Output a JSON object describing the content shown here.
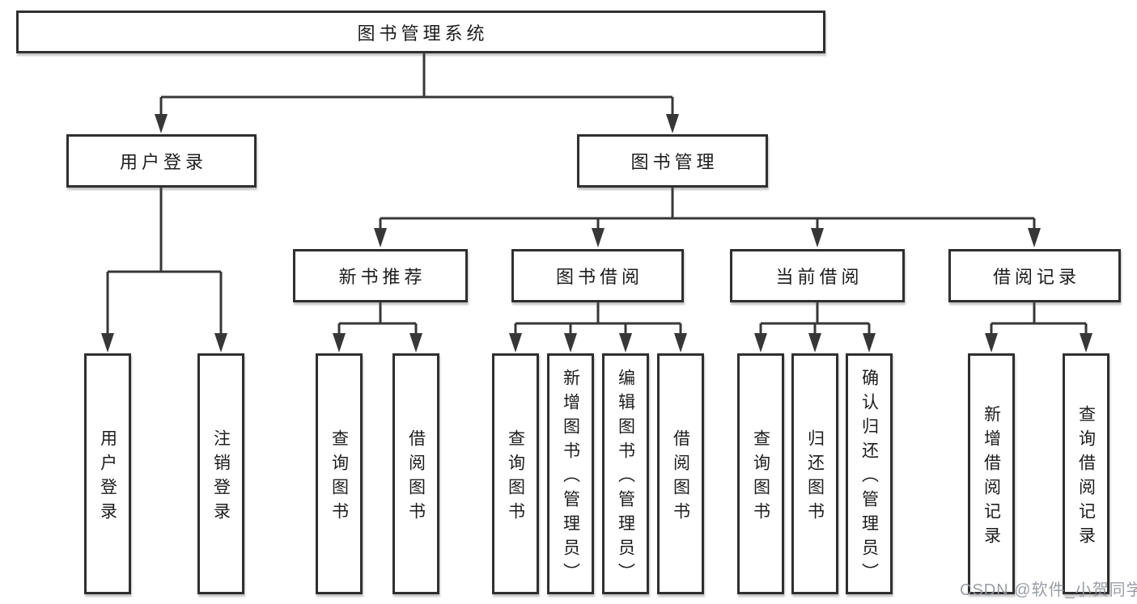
{
  "tree": {
    "root": "图书管理系统",
    "branches": [
      {
        "label": "用户登录",
        "children": [
          "用户登录",
          "注销登录"
        ]
      },
      {
        "label": "图书管理",
        "groups": [
          {
            "label": "新书推荐",
            "children": [
              "查询图书",
              "借阅图书"
            ]
          },
          {
            "label": "图书借阅",
            "children": [
              "查询图书",
              "新增图书（管理员）",
              "编辑图书（管理员）",
              "借阅图书"
            ]
          },
          {
            "label": "当前借阅",
            "children": [
              "查询图书",
              "归还图书",
              "确认归还（管理员）"
            ]
          },
          {
            "label": "借阅记录",
            "children": [
              "新增借阅记录",
              "查询借阅记录"
            ]
          }
        ]
      }
    ]
  },
  "watermark": {
    "text": "CSDN @软件_小贺同学"
  },
  "colors": {
    "line": "#373737",
    "box_border": "#2f2f2f",
    "text": "#1c1c1c",
    "background": "#ffffff",
    "watermark": "#9498a0"
  }
}
